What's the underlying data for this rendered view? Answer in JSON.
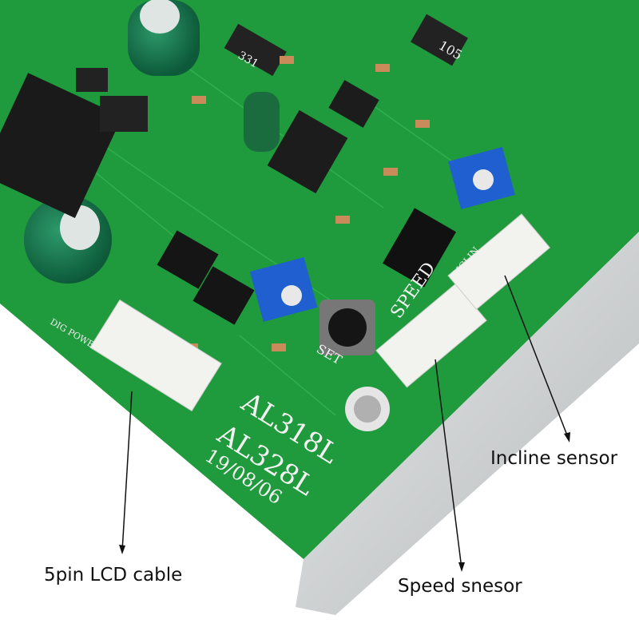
{
  "annotations": {
    "incline": "Incline sensor",
    "speed": "Speed snesor",
    "lcd": "5pin LCD cable"
  },
  "board_markings": {
    "model1": "AL318L",
    "model2": "AL328L",
    "date": "19/08/06",
    "speed": "SPEED",
    "set": "SET",
    "inclin": "INCLIN",
    "power": "DIG POWER",
    "resistor": "331",
    "chip": "105"
  },
  "colors": {
    "pcb": "#1f9a3c",
    "pot": "#1f5fd0",
    "heatsink": "#c9cccd"
  }
}
